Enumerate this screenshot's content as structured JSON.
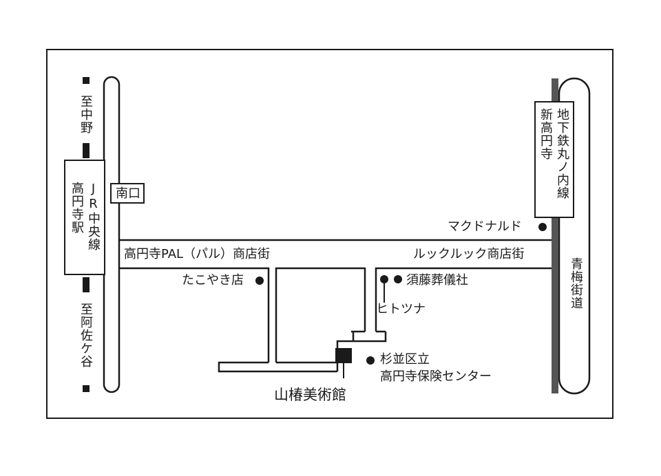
{
  "station": {
    "name_line1": "JR中央線",
    "name_line2": "高円寺駅",
    "south_exit": "南口",
    "to_north": "至中野",
    "to_south": "至阿佐ケ谷"
  },
  "subway": {
    "line_line1": "地下鉄丸ノ内線",
    "line_line2": "新高円寺"
  },
  "streets": {
    "pal": "高円寺PAL（パル）商店街",
    "look": "ルックルック商店街",
    "ome": "青梅街道"
  },
  "landmarks": {
    "mcdonalds": "マクドナルド",
    "takoyaki": "たこやき店",
    "funeral": "須藤葬儀社",
    "hitotsuna": "ヒトツナ",
    "health_line1": "杉並区立",
    "health_line2": "高円寺保険センター",
    "museum": "山椿美術館"
  },
  "colors": {
    "ink": "#1a1a1a",
    "rail": "#555555",
    "paper": "#ffffff"
  }
}
